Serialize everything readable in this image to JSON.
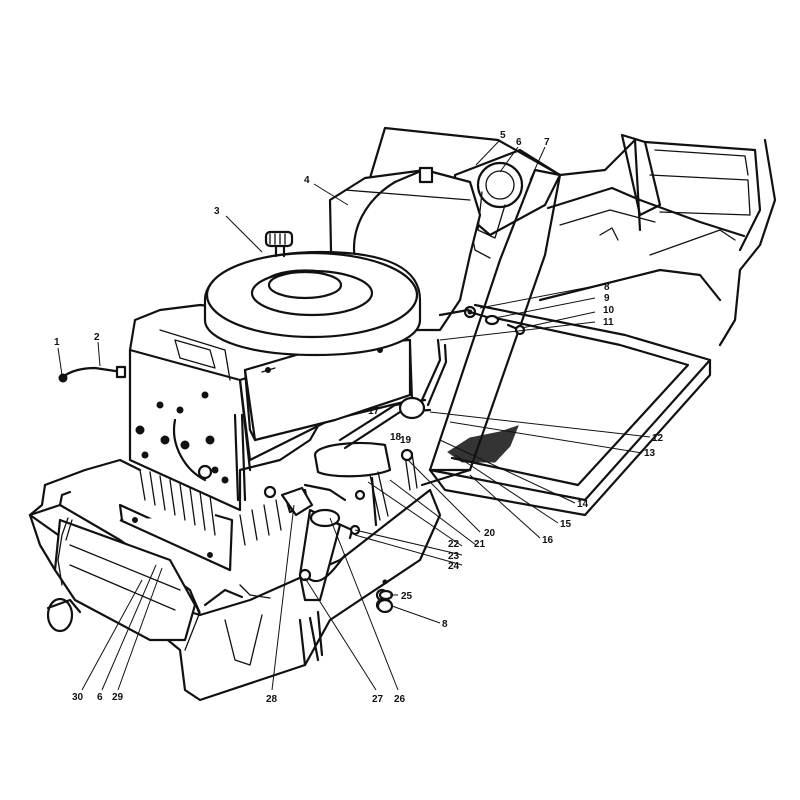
{
  "callouts": [
    "1",
    "2",
    "3",
    "4",
    "5",
    "6",
    "7",
    "8",
    "9",
    "10",
    "11",
    "12",
    "13",
    "14",
    "15",
    "16",
    "17",
    "18",
    "19",
    "20",
    "21",
    "22",
    "23",
    "24",
    "25",
    "8",
    "26",
    "27",
    "28",
    "29",
    "6",
    "30"
  ]
}
